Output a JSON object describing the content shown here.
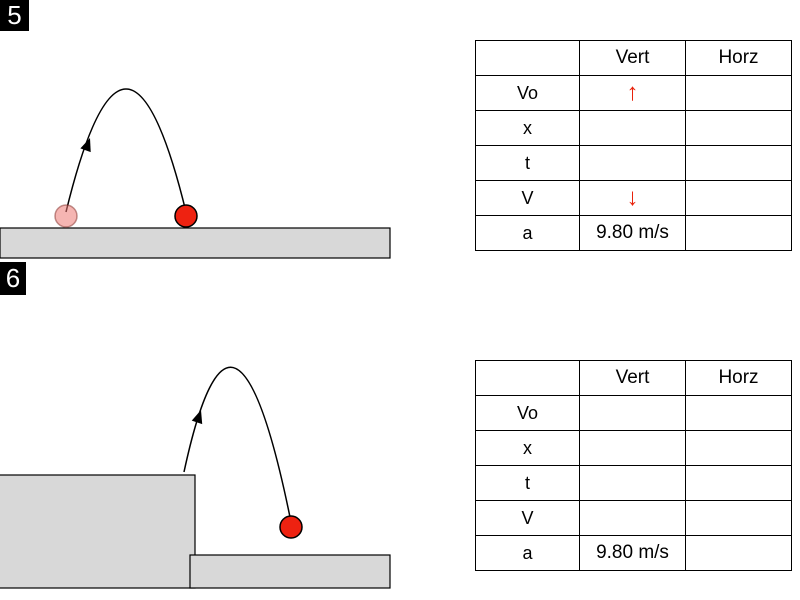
{
  "colors": {
    "accent_red": "#e8220b",
    "ground_gray": "#d8d8d8",
    "line_black": "#000000"
  },
  "problem5": {
    "number": "5",
    "table": {
      "col_vert": "Vert",
      "col_horz": "Horz",
      "rows": [
        {
          "label": "Vo",
          "vert": "↑",
          "horz": ""
        },
        {
          "label": "x",
          "vert": "",
          "horz": ""
        },
        {
          "label": "t",
          "vert": "",
          "horz": ""
        },
        {
          "label": "V",
          "vert": "↓",
          "horz": ""
        },
        {
          "label": "a",
          "vert": "9.80 m/s",
          "horz": ""
        }
      ]
    }
  },
  "problem6": {
    "number": "6",
    "table": {
      "col_vert": "Vert",
      "col_horz": "Horz",
      "rows": [
        {
          "label": "Vo",
          "vert": "",
          "horz": ""
        },
        {
          "label": "x",
          "vert": "",
          "horz": ""
        },
        {
          "label": "t",
          "vert": "",
          "horz": ""
        },
        {
          "label": "V",
          "vert": "",
          "horz": ""
        },
        {
          "label": "a",
          "vert": "9.80 m/s",
          "horz": ""
        }
      ]
    }
  }
}
